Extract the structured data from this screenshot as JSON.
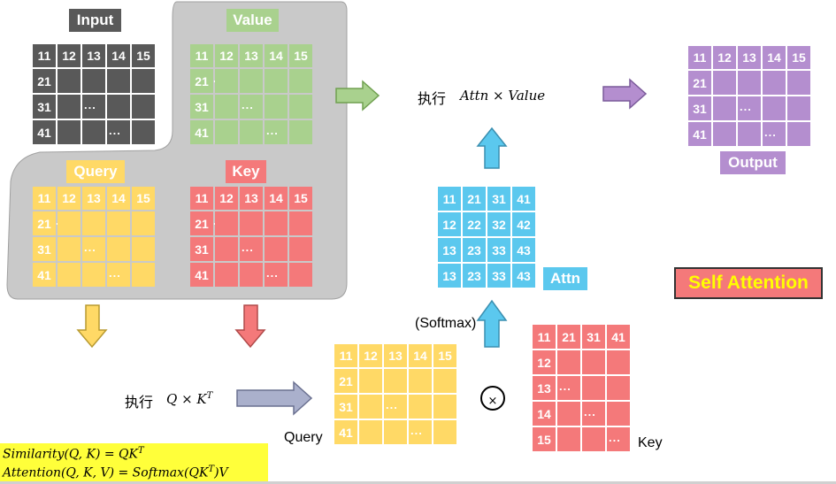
{
  "labels": {
    "input": "Input",
    "value": "Value",
    "query": "Query",
    "key": "Key",
    "attn": "Attn",
    "output": "Output",
    "query_bottom": "Query",
    "key_bottom": "Key",
    "softmax": "(Softmax)",
    "self_attention": "Self Attention"
  },
  "formulas": {
    "exec_prefix": "执行",
    "attn_value": "Attn × Value",
    "qk": "Q × K",
    "qk_sup": "T",
    "similarity": "Similarity(Q, K) = QK",
    "similarity_sup": "T",
    "attention_a": "Attention(Q, K, V) = Softmax(QK",
    "attention_sup": "T",
    "attention_b": ")V",
    "otimes": "⊗"
  },
  "matrix_std": {
    "header": [
      "11",
      "12",
      "13",
      "14",
      "15"
    ],
    "rows": [
      "21",
      "31",
      "41"
    ],
    "dots": "..."
  },
  "matrix_attn": {
    "rows": [
      [
        "11",
        "21",
        "31",
        "41"
      ],
      [
        "12",
        "22",
        "32",
        "42"
      ],
      [
        "13",
        "23",
        "33",
        "43"
      ],
      [
        "13",
        "23",
        "33",
        "43"
      ]
    ]
  },
  "matrix_keyT": {
    "header": [
      "11",
      "21",
      "31",
      "41"
    ],
    "rows": [
      "12",
      "13",
      "14",
      "15"
    ],
    "dots": "..."
  },
  "colors": {
    "input": "#595959",
    "value": "#a9d18e",
    "query": "#ffd966",
    "key": "#f4797a",
    "attn": "#5bc8ee",
    "output": "#b48ecf",
    "blob": "#c9c9c9",
    "arrow_gray": "#aab0cc",
    "highlight": "#ffff3a"
  }
}
